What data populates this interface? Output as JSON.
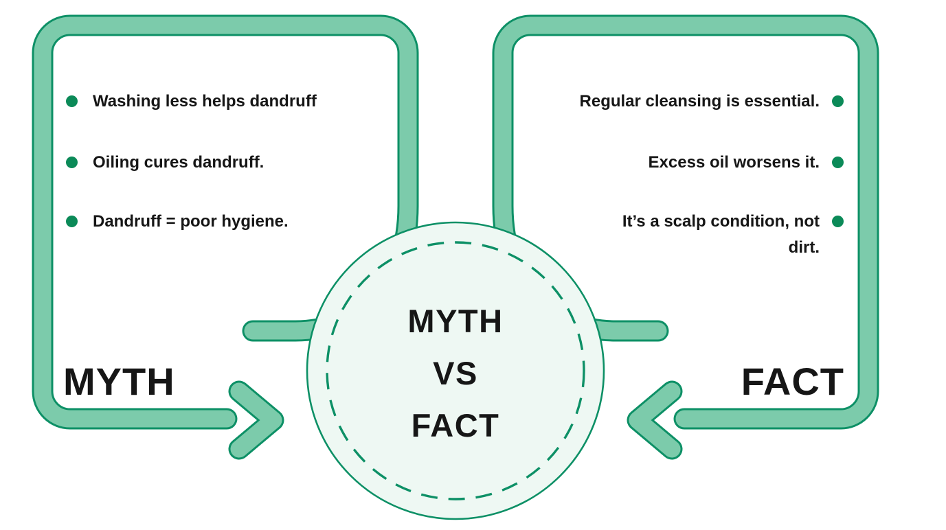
{
  "title_text": "MYTH\nVS\nFACT",
  "left_box": {
    "label": "MYTH",
    "items": [
      {
        "text": "Washing less helps dandruff"
      },
      {
        "text": "Oiling cures dandruff."
      },
      {
        "text": "Dandruff = poor hygiene."
      }
    ]
  },
  "right_box": {
    "label": "FACT",
    "items": [
      {
        "text": "Regular cleansing is essential."
      },
      {
        "text": "Excess oil worsens it."
      },
      {
        "text": "It’s a scalp condition, not\ndirt."
      }
    ]
  },
  "colors": {
    "band_fill": "#7ccbab",
    "band_edge": "#0d9066",
    "bullet": "#0b8a58",
    "circle_fill": "#eef8f3",
    "text": "#161616"
  }
}
